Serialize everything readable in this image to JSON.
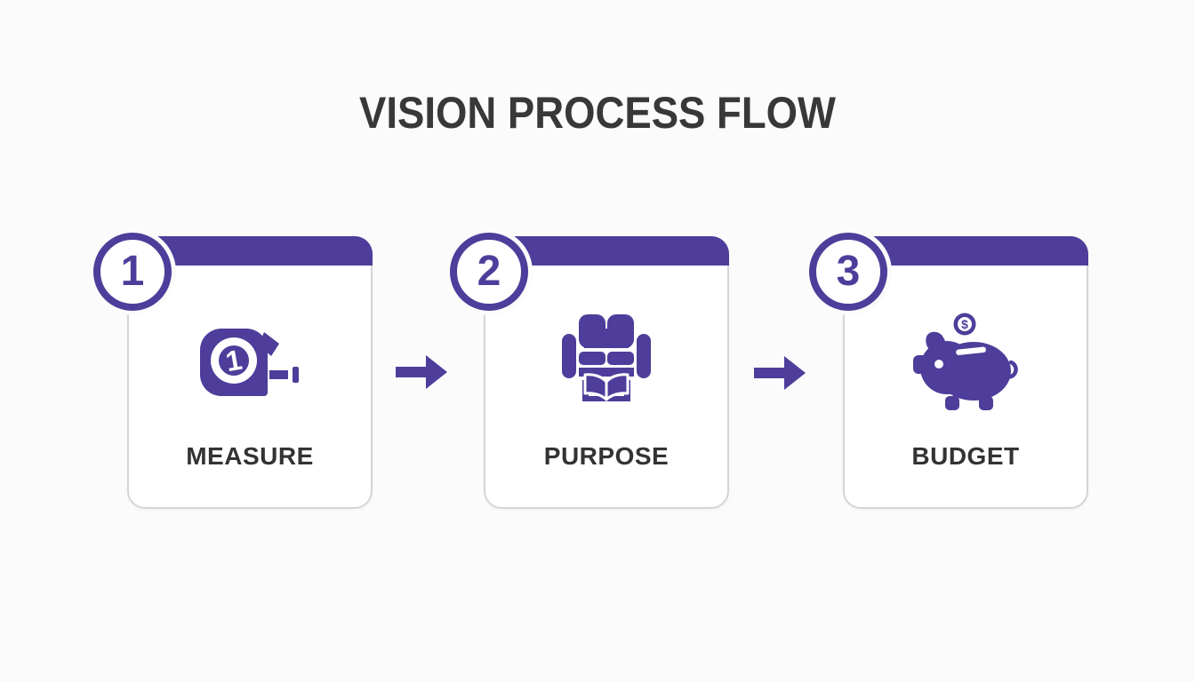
{
  "title": "VISION PROCESS FLOW",
  "steps": [
    {
      "number": "1",
      "label": "MEASURE",
      "icon": "tape-measure-icon",
      "icon_digit": "1"
    },
    {
      "number": "2",
      "label": "PURPOSE",
      "icon": "sofa-reading-icon"
    },
    {
      "number": "3",
      "label": "BUDGET",
      "icon": "piggy-bank-icon",
      "icon_symbol": "$"
    }
  ],
  "arrows": [
    {
      "direction": "right"
    },
    {
      "direction": "right"
    }
  ],
  "colors": {
    "accent": "#4E3D9A",
    "title": "#383838",
    "label": "#333333",
    "card_border": "#D5D5D5",
    "card_bg": "#FFFFFF",
    "page_bg": "#FBFBFB"
  }
}
